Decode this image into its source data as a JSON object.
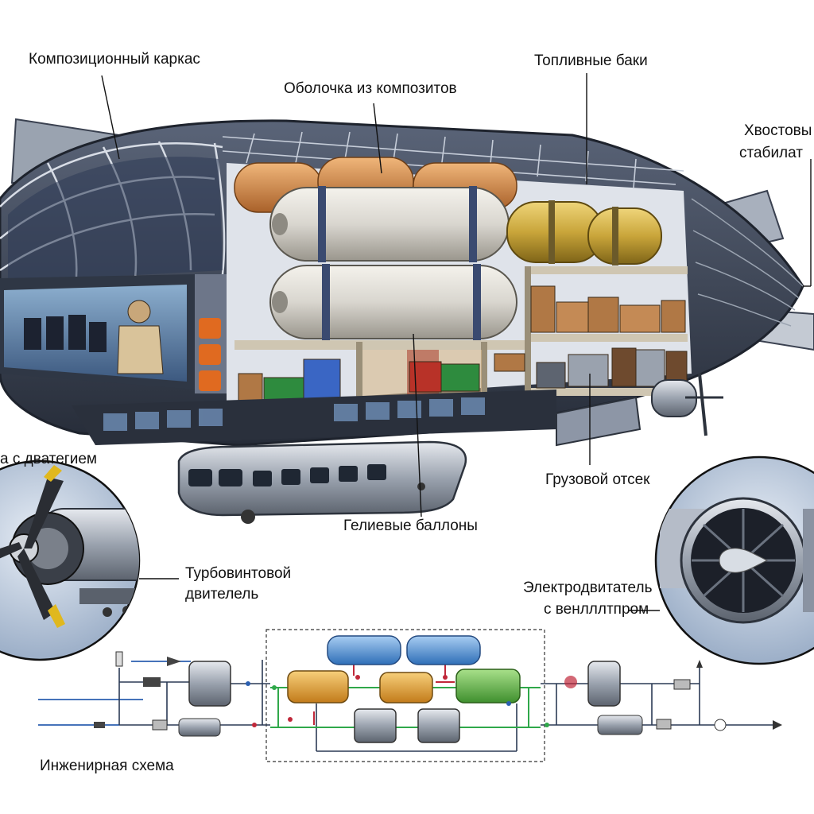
{
  "labels": {
    "frame": "Композиционный каркас",
    "shell": "Оболочка из композитов",
    "fuel_tanks": "Топливные баки",
    "tail_stabilizer_line1": "Хвостовы",
    "tail_stabilizer_line2": "стабилат",
    "engine_left_partial": "а с дватегием",
    "cargo_bay": "Грузовой отсек",
    "helium_cells": "Гелиевые баллоны",
    "turboprop_line1": "Турбовинтовой",
    "turboprop_line2": "двителель",
    "electric_line1": "Электродвитатель",
    "electric_line2": "с венлллтпром",
    "schematic": "Инженирная схема"
  },
  "colors": {
    "hull": "#3c4658",
    "hull_light": "#8d96a6",
    "glass": "#3f5f8a",
    "helium_tank": "#d9d6cf",
    "fuel_tank": "#c9a53a",
    "rear_tank": "#d08b46",
    "cargo_crate": "#b07845",
    "crate_green": "#2e8b3e",
    "crate_blue": "#3a66c4",
    "crate_red": "#b83228",
    "pipe_blue": "#2b5fb0",
    "pipe_green": "#2fa84a",
    "pipe_red": "#c0283a",
    "schematic_blue_tank": "#4f8fd6",
    "schematic_orange": "#e3a43a",
    "schematic_green": "#6cbf4a",
    "orange_lights": "#e06a20"
  }
}
